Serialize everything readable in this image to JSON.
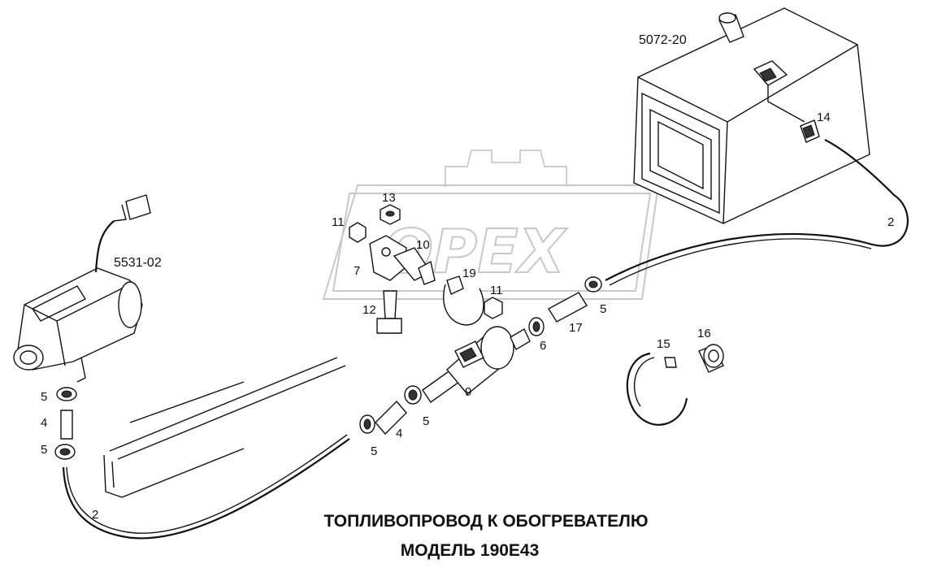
{
  "diagram": {
    "title_line1": "ТОПЛИВОПРОВОД К ОБОГРЕВАТЕЛЮ",
    "title_line2": "МОДЕЛЬ 190E43",
    "watermark": "OPEX",
    "references": {
      "tank": "5072-20",
      "heater": "5531-02"
    },
    "callouts": {
      "p2a": "2",
      "p2b": "2",
      "p4a": "4",
      "p4b": "4",
      "p5a": "5",
      "p5b": "5",
      "p5c": "5",
      "p5d": "5",
      "p5e": "5",
      "p6": "6",
      "p7": "7",
      "p9": "9",
      "p10": "10",
      "p11a": "11",
      "p11b": "11",
      "p12": "12",
      "p13": "13",
      "p14": "14",
      "p15": "15",
      "p16": "16",
      "p17": "17",
      "p19": "19"
    }
  }
}
